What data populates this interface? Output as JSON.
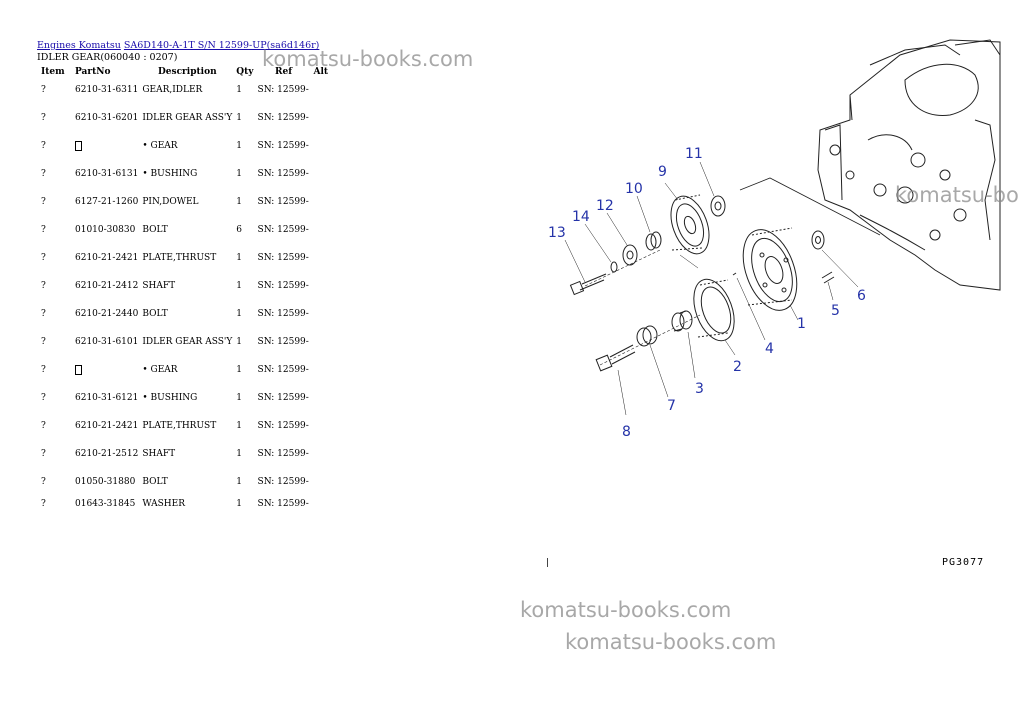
{
  "breadcrumb": {
    "link1": "Engines Komatsu",
    "link2": "SA6D140-A-1T S/N 12599-UP(sa6d146r)"
  },
  "subtitle": "IDLER GEAR(060040 : 0207)",
  "table": {
    "headers": [
      "Item",
      "PartNo",
      "Description",
      "Qty",
      "Ref",
      "Alt"
    ],
    "rows": [
      {
        "item": "?",
        "part": "6210-31-6311",
        "desc": "GEAR,IDLER",
        "qty": "1",
        "ref": "SN: 12599-",
        "alt": ""
      },
      {
        "item": "?",
        "part": "6210-31-6201",
        "desc": "IDLER GEAR ASS'Y",
        "qty": "1",
        "ref": "SN: 12599-",
        "alt": ""
      },
      {
        "item": "?",
        "part": "",
        "desc": "• GEAR",
        "qty": "1",
        "ref": "SN: 12599-",
        "alt": ""
      },
      {
        "item": "?",
        "part": "6210-31-6131",
        "desc": "• BUSHING",
        "qty": "1",
        "ref": "SN: 12599-",
        "alt": ""
      },
      {
        "item": "?",
        "part": "6127-21-1260",
        "desc": "PIN,DOWEL",
        "qty": "1",
        "ref": "SN: 12599-",
        "alt": ""
      },
      {
        "item": "?",
        "part": "01010-30830",
        "desc": "BOLT",
        "qty": "6",
        "ref": "SN: 12599-",
        "alt": ""
      },
      {
        "item": "?",
        "part": "6210-21-2421",
        "desc": "PLATE,THRUST",
        "qty": "1",
        "ref": "SN: 12599-",
        "alt": ""
      },
      {
        "item": "?",
        "part": "6210-21-2412",
        "desc": "SHAFT",
        "qty": "1",
        "ref": "SN: 12599-",
        "alt": ""
      },
      {
        "item": "?",
        "part": "6210-21-2440",
        "desc": "BOLT",
        "qty": "1",
        "ref": "SN: 12599-",
        "alt": ""
      },
      {
        "item": "?",
        "part": "6210-31-6101",
        "desc": "IDLER GEAR ASS'Y",
        "qty": "1",
        "ref": "SN: 12599-",
        "alt": ""
      },
      {
        "item": "?",
        "part": "",
        "desc": "• GEAR",
        "qty": "1",
        "ref": "SN: 12599-",
        "alt": ""
      },
      {
        "item": "?",
        "part": "6210-31-6121",
        "desc": "• BUSHING",
        "qty": "1",
        "ref": "SN: 12599-",
        "alt": ""
      },
      {
        "item": "?",
        "part": "6210-21-2421",
        "desc": "PLATE,THRUST",
        "qty": "1",
        "ref": "SN: 12599-",
        "alt": ""
      },
      {
        "item": "?",
        "part": "6210-21-2512",
        "desc": "SHAFT",
        "qty": "1",
        "ref": "SN: 12599-",
        "alt": ""
      },
      {
        "item": "?",
        "part": "01050-31880",
        "desc": "BOLT",
        "qty": "1",
        "ref": "SN: 12599-",
        "alt": ""
      },
      {
        "item": "?",
        "part": "01643-31845",
        "desc": "WASHER",
        "qty": "1",
        "ref": "SN: 12599-",
        "alt": ""
      }
    ]
  },
  "diagram": {
    "callouts": [
      "1",
      "2",
      "3",
      "4",
      "5",
      "6",
      "7",
      "8",
      "9",
      "10",
      "11",
      "12",
      "13",
      "14"
    ],
    "page_code": "PG3077"
  },
  "watermarks": [
    "komatsu-books.com",
    "komatsu-bo",
    "komatsu-books.com",
    "komatsu-books.com"
  ],
  "colors": {
    "link": "#1a0dab",
    "callout": "#2533a8",
    "watermark": "#8c8c8c"
  }
}
